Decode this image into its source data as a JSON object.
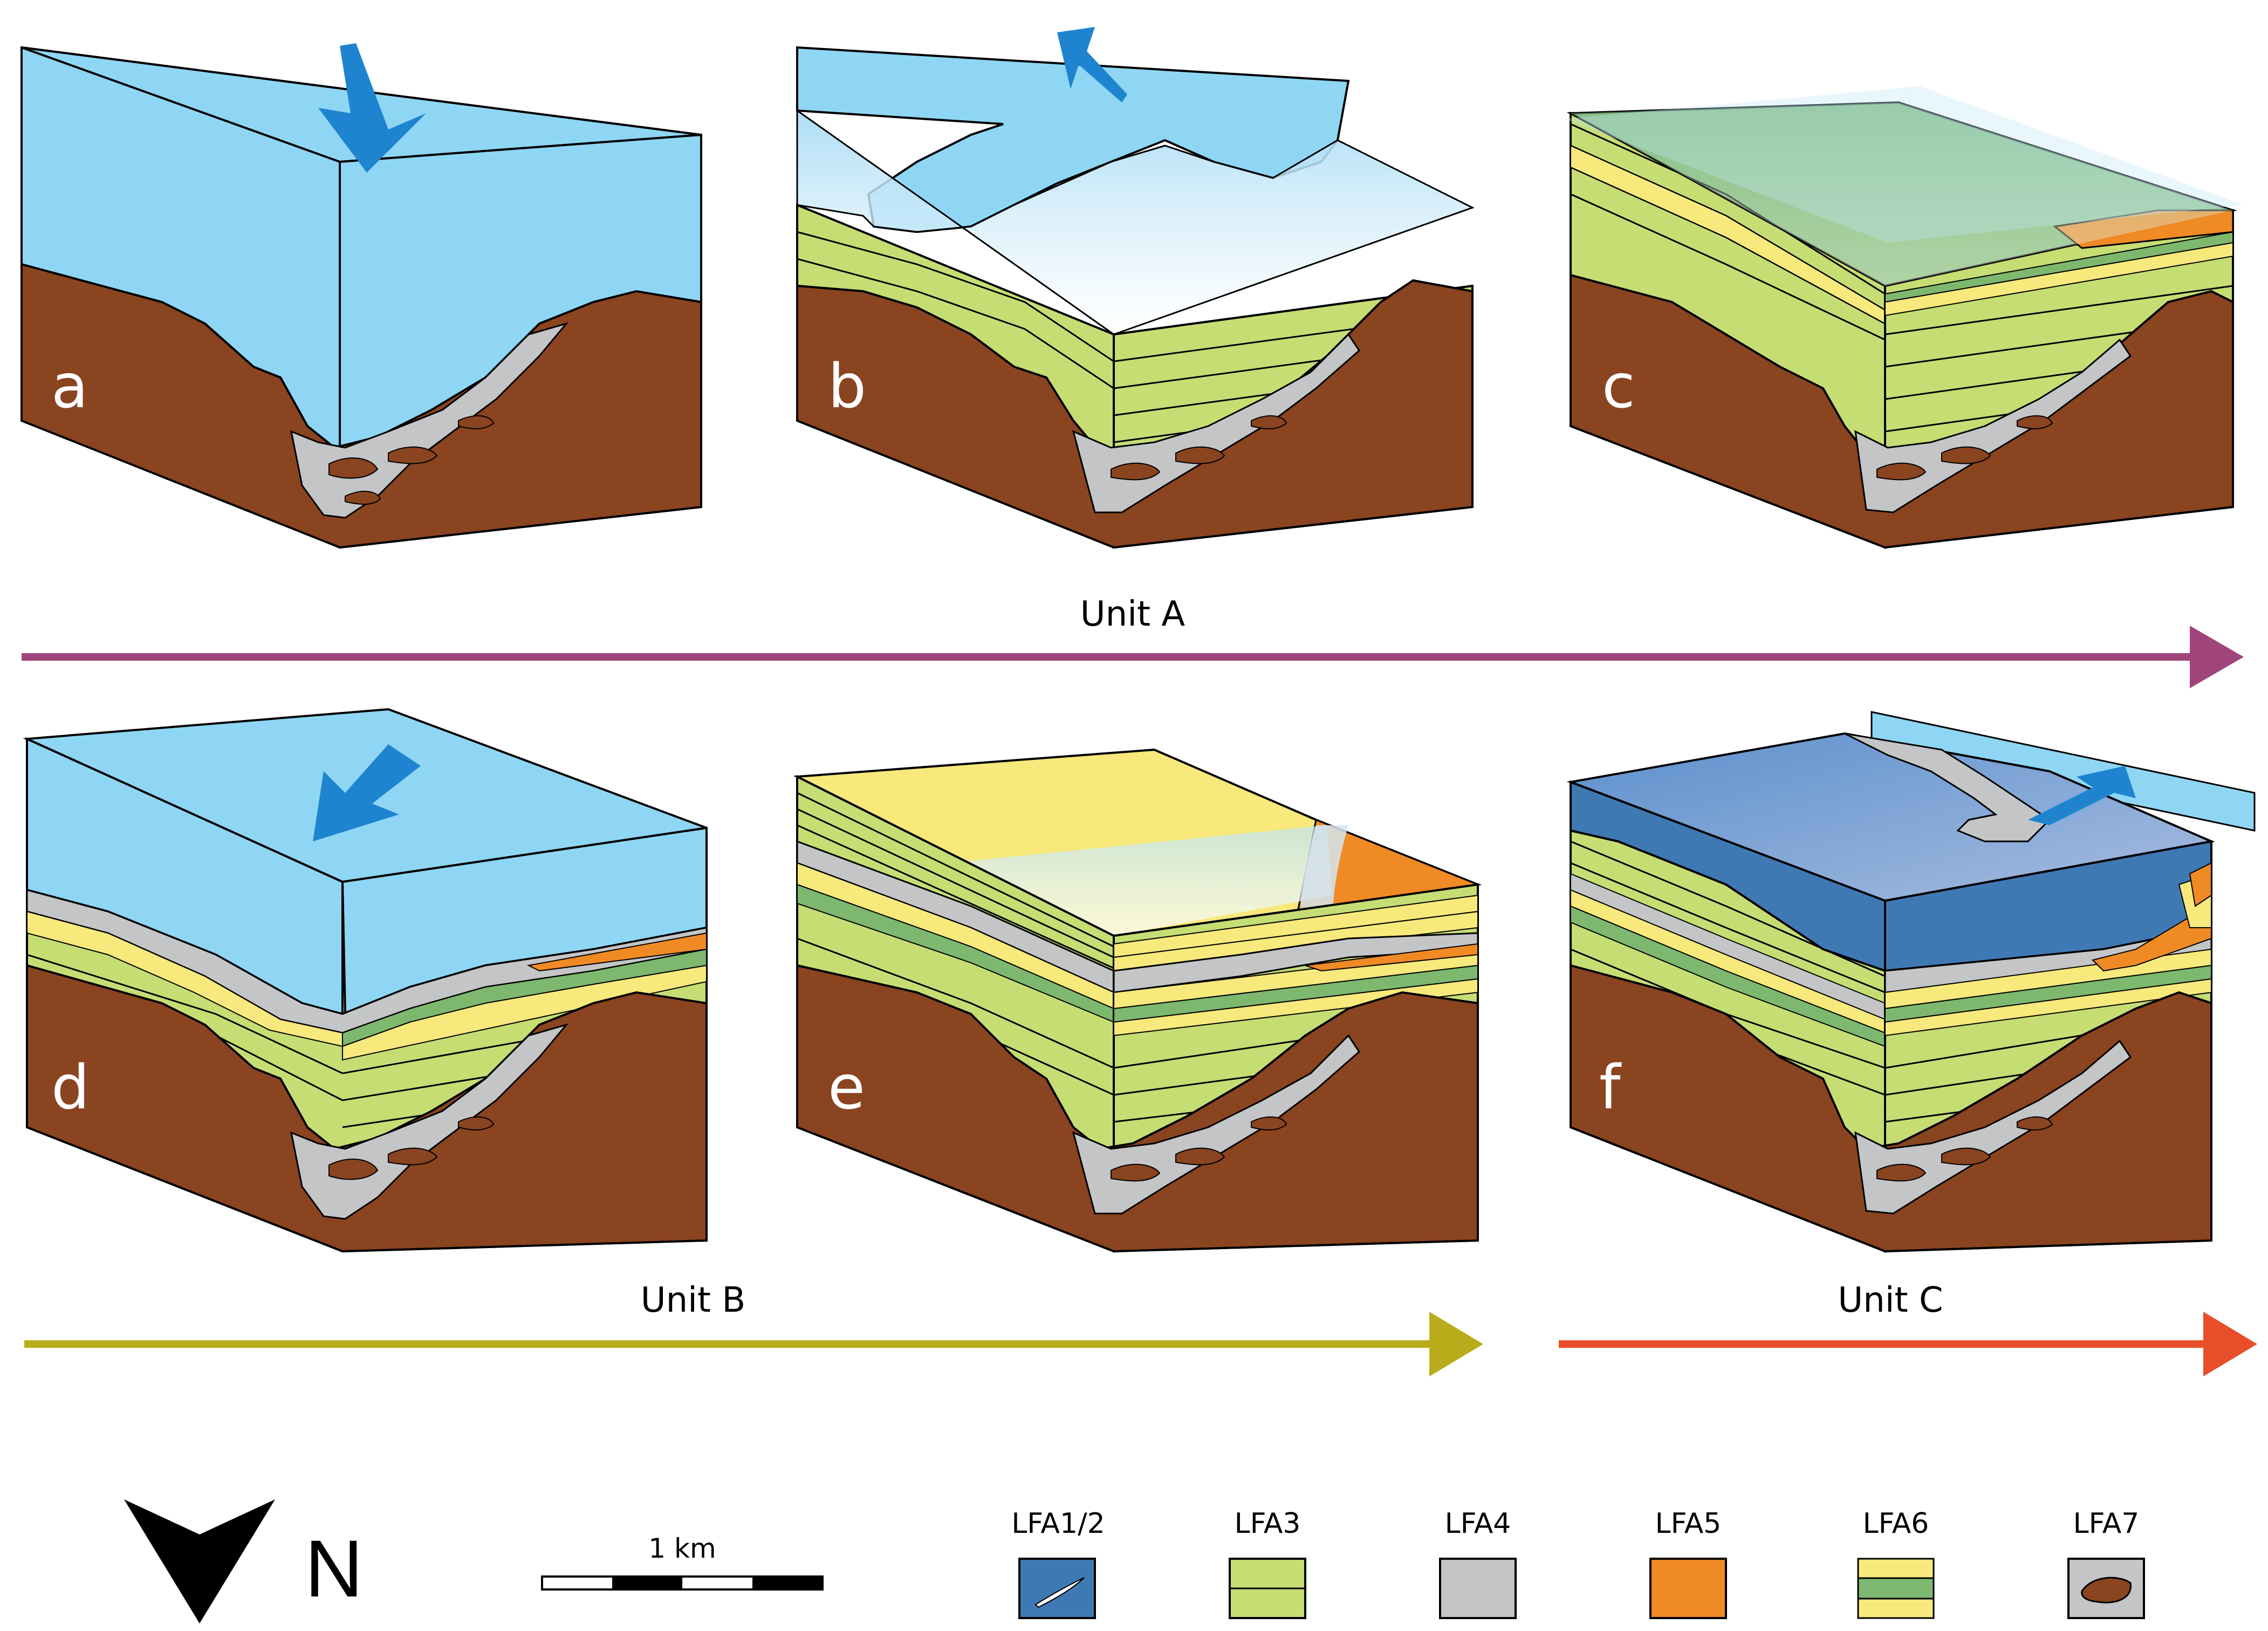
{
  "panels": [
    {
      "letter": "a"
    },
    {
      "letter": "b"
    },
    {
      "letter": "c"
    },
    {
      "letter": "d"
    },
    {
      "letter": "e"
    },
    {
      "letter": "f"
    }
  ],
  "units": [
    {
      "label": "Unit A",
      "color": "#a0457a"
    },
    {
      "label": "Unit B",
      "color": "#b8ac1a"
    },
    {
      "label": "Unit C",
      "color": "#e84e2a"
    }
  ],
  "north": {
    "label": "N",
    "icon": "north-arrow-icon"
  },
  "scale": {
    "label": "1 km"
  },
  "legend": [
    {
      "label": "LFA1/2",
      "color": "#3f79b4"
    },
    {
      "label": "LFA3",
      "color": "#c6dd74"
    },
    {
      "label": "LFA4",
      "color": "#c4c5c7"
    },
    {
      "label": "LFA5",
      "color": "#f08a24"
    },
    {
      "label": "LFA6",
      "color": "#f7e97b"
    },
    {
      "label": "LFA7",
      "color": "#8a4420"
    }
  ],
  "colors": {
    "water": "#8fd6f4",
    "bedrock": "#8a4420",
    "lfa3": "#c6dd74",
    "lfa4": "#c4c5c7",
    "lfa5": "#f08a24",
    "lfa6_yellow": "#f7e97b",
    "lfa6_green": "#7db86e",
    "lfa12": "#3f79b4",
    "flow_arrow": "#1e84d0"
  }
}
